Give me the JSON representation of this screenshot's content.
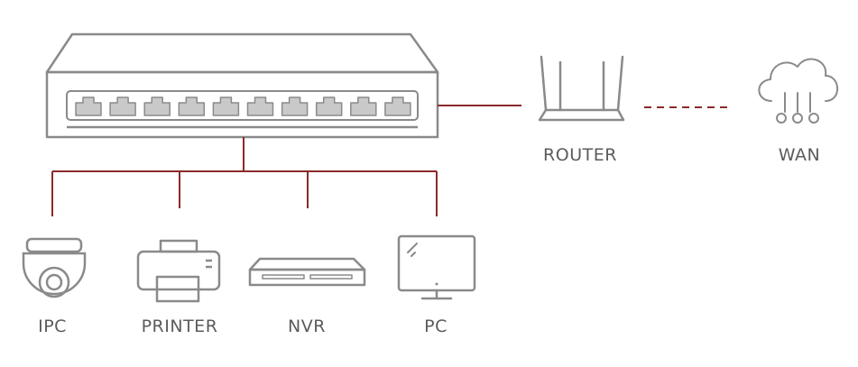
{
  "colors": {
    "stroke": "#8a8a8a",
    "link": "#8b2a2a",
    "port_fill": "#c9c9c9",
    "label": "#5b5b5b"
  },
  "switch": {
    "icon": "network-switch-icon",
    "port_count": 10
  },
  "router": {
    "label": "ROUTER",
    "icon": "router-icon"
  },
  "wan": {
    "label": "WAN",
    "icon": "cloud-network-icon"
  },
  "devices": [
    {
      "label": "IPC",
      "icon": "dome-camera-icon"
    },
    {
      "label": "PRINTER",
      "icon": "printer-icon"
    },
    {
      "label": "NVR",
      "icon": "nvr-recorder-icon"
    },
    {
      "label": "PC",
      "icon": "monitor-icon"
    }
  ]
}
